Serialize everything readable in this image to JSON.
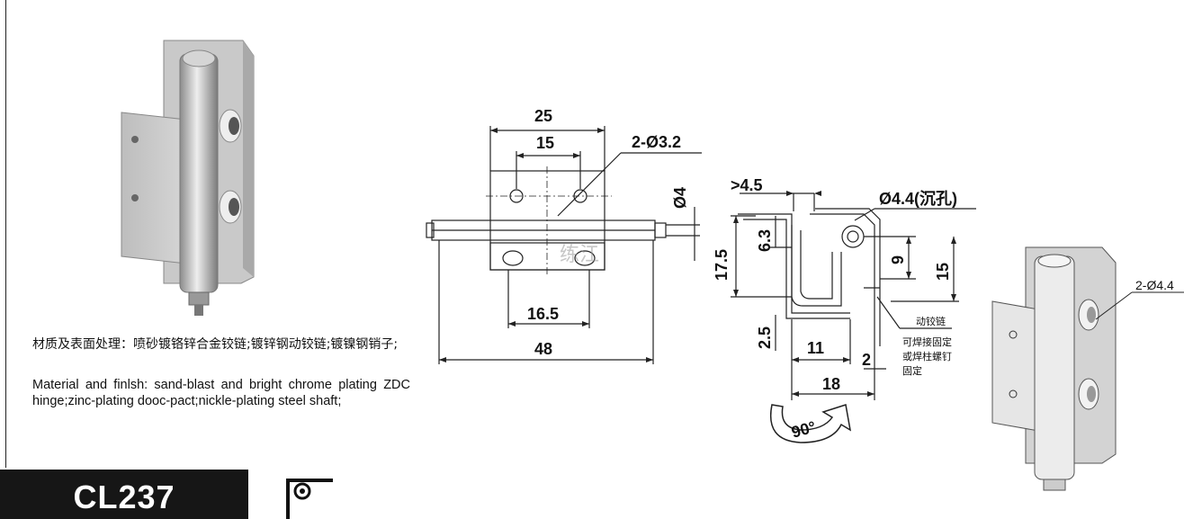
{
  "material_text_cn": "材质及表面处理：喷砂镀铬锌合金铰链;镀锌钢动铰链;镀镍钢销子;",
  "material_text_en": "Material and finlsh: sand-blast and bright chrome plating ZDC hinge;zinc-plating dooc-pact;nickle-plating steel shaft;",
  "model_code": "CL237",
  "watermark": "练江",
  "front_view": {
    "dim_overall_hole_span": "25",
    "dim_hole_spacing": "15",
    "dim_holes": "2-Ø3.2",
    "dim_pin_diameter": "Ø4",
    "dim_leaf_width": "16.5",
    "dim_total_length": "48"
  },
  "side_view": {
    "dim_clearance": ">4.5",
    "dim_countersink": "Ø4.4(沉孔)",
    "dim_height": "17.5",
    "dim_offset": "6.3",
    "dim_pin_center": "9",
    "dim_leaf_height": "15",
    "dim_lower": "2.5",
    "dim_depth_a": "11",
    "dim_thickness": "2",
    "dim_depth_b": "18",
    "rotation_label": "90°",
    "note_moving_hinge": "动铰链",
    "note_fixing": [
      "可焊接固定",
      "或焊柱螺钉",
      "固定"
    ]
  },
  "side_photo": {
    "dim_holes": "2-Ø4.4"
  }
}
